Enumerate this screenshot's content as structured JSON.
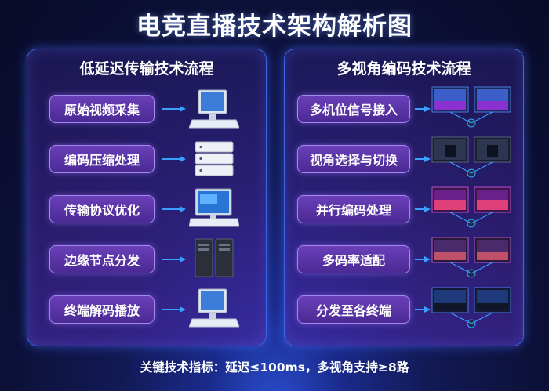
{
  "title": "电竞直播技术架构解析图",
  "left_panel": {
    "title": "低延迟传输技术流程",
    "steps": [
      {
        "label": "原始视频采集",
        "icon": "monitor-workstation-icon"
      },
      {
        "label": "编码压缩处理",
        "icon": "server-rack-icon"
      },
      {
        "label": "传输协议优化",
        "icon": "computer-screen-icon"
      },
      {
        "label": "边缘节点分发",
        "icon": "tower-servers-icon"
      },
      {
        "label": "终端解码播放",
        "icon": "monitor-workstation-icon"
      }
    ]
  },
  "right_panel": {
    "title": "多视角编码技术流程",
    "steps": [
      {
        "label": "多机位信号接入",
        "icon": "dual-screen-hub-icon"
      },
      {
        "label": "视角选择与切换",
        "icon": "dual-screen-hub-icon"
      },
      {
        "label": "并行编码处理",
        "icon": "dual-screen-hub-icon"
      },
      {
        "label": "多码率适配",
        "icon": "dual-screen-hub-icon"
      },
      {
        "label": "分发至各终端",
        "icon": "dual-screen-hub-icon"
      }
    ]
  },
  "footer": "关键技术指标：延迟≤100ms，多视角支持≥8路",
  "colors": {
    "background": "#0c1036",
    "panel_border": "#3d63e6",
    "step_fill": "#5a35a6",
    "arrow": "#3aa0ff"
  }
}
